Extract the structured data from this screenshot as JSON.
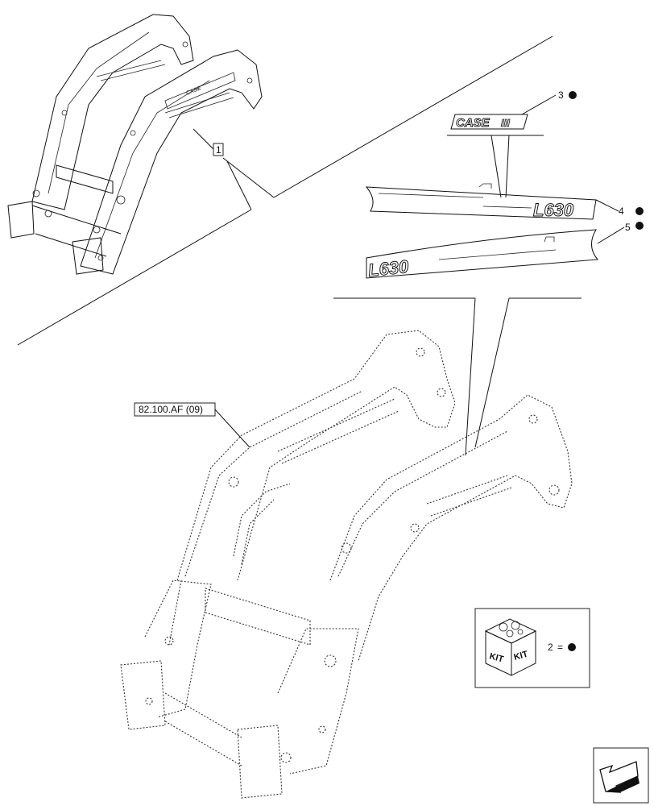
{
  "callouts": [
    {
      "id": "1",
      "label": "1"
    },
    {
      "id": "3",
      "label": "3"
    },
    {
      "id": "4",
      "label": "4"
    },
    {
      "id": "5",
      "label": "5"
    }
  ],
  "decals": {
    "brand": "CASE",
    "brand_suffix": "III",
    "model_top": "L630",
    "model_bottom": "L630"
  },
  "reference": {
    "label": "82.100.AF (09)"
  },
  "kit": {
    "kit_label_left": "KIT",
    "kit_label_right": "KIT",
    "legend_number": "2",
    "legend_equals": "="
  },
  "icons": {
    "bullet": "filled-circle-icon",
    "navigation": "arrow-icon"
  },
  "colors": {
    "line": "#111111",
    "background": "#ffffff"
  }
}
